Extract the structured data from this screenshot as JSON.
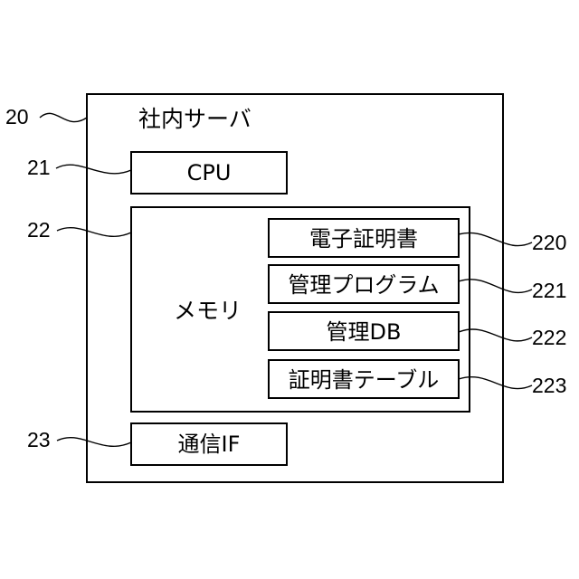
{
  "server": {
    "ref": "20",
    "title": "社内サーバ"
  },
  "cpu": {
    "ref": "21",
    "label": "CPU"
  },
  "memory": {
    "ref": "22",
    "label": "メモリ",
    "items": [
      {
        "ref": "220",
        "label": "電子証明書"
      },
      {
        "ref": "221",
        "label": "管理プログラム"
      },
      {
        "ref": "222",
        "label": "管理DB"
      },
      {
        "ref": "223",
        "label": "証明書テーブル"
      }
    ]
  },
  "comm_if": {
    "ref": "23",
    "label": "通信IF"
  }
}
